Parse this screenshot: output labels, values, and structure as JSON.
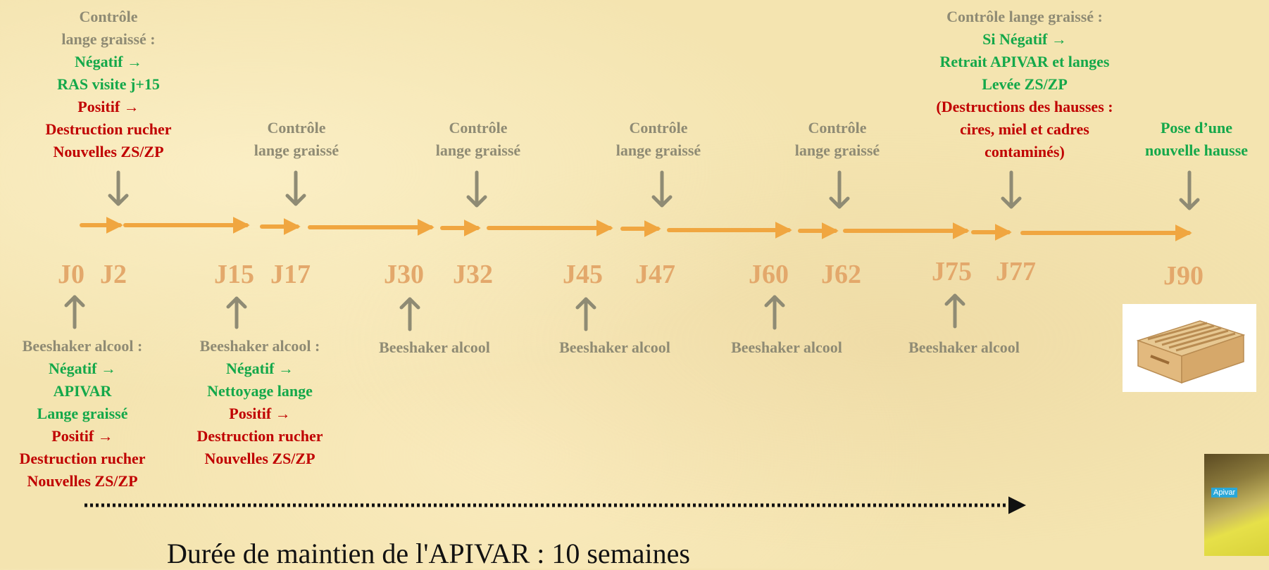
{
  "top_annotations": {
    "j0": [
      {
        "text": "Contrôle",
        "color": "grey"
      },
      {
        "text": "lange graissé :",
        "color": "grey"
      },
      {
        "text": "Négatif →",
        "color": "green"
      },
      {
        "text": "RAS visite j+15",
        "color": "green"
      },
      {
        "text": "Positif  →",
        "color": "red"
      },
      {
        "text": "Destruction rucher",
        "color": "red"
      },
      {
        "text": "Nouvelles ZS/ZP",
        "color": "red"
      }
    ],
    "j15": [
      {
        "text": "Contrôle",
        "color": "grey"
      },
      {
        "text": "lange graissé",
        "color": "grey"
      }
    ],
    "j30": [
      {
        "text": "Contrôle",
        "color": "grey"
      },
      {
        "text": "lange graissé",
        "color": "grey"
      }
    ],
    "j45": [
      {
        "text": "Contrôle",
        "color": "grey"
      },
      {
        "text": "lange graissé",
        "color": "grey"
      }
    ],
    "j60": [
      {
        "text": "Contrôle",
        "color": "grey"
      },
      {
        "text": "lange graissé",
        "color": "grey"
      }
    ],
    "j75": [
      {
        "text": "Contrôle lange graissé  :",
        "color": "grey"
      },
      {
        "text": "Si Négatif →",
        "color": "green"
      },
      {
        "text": "Retrait APIVAR et langes",
        "color": "green"
      },
      {
        "text": "Levée ZS/ZP",
        "color": "green"
      },
      {
        "text": "(Destructions des hausses :",
        "color": "red"
      },
      {
        "text": "cires, miel et cadres",
        "color": "red"
      },
      {
        "text": "contaminés)",
        "color": "red"
      }
    ],
    "j90": [
      {
        "text": "Pose d’une",
        "color": "green"
      },
      {
        "text": "nouvelle hausse",
        "color": "green"
      }
    ]
  },
  "days": [
    "J0",
    "J2",
    "J15",
    "J17",
    "J30",
    "J32",
    "J45",
    "J47",
    "J60",
    "J62",
    "J75",
    "J77",
    "J90"
  ],
  "bottom_annotations": {
    "j0": [
      {
        "text": "Beeshaker alcool :",
        "color": "grey"
      },
      {
        "text": "Négatif →",
        "color": "green"
      },
      {
        "text": "APIVAR",
        "color": "green"
      },
      {
        "text": "Lange graissé",
        "color": "green"
      },
      {
        "text": "Positif  →",
        "color": "red"
      },
      {
        "text": "Destruction rucher",
        "color": "red"
      },
      {
        "text": "Nouvelles ZS/ZP",
        "color": "red"
      }
    ],
    "j15": [
      {
        "text": "Beeshaker alcool :",
        "color": "grey"
      },
      {
        "text": "Négatif →",
        "color": "green"
      },
      {
        "text": "Nettoyage lange",
        "color": "green"
      },
      {
        "text": "Positif  →",
        "color": "red"
      },
      {
        "text": "Destruction rucher",
        "color": "red"
      },
      {
        "text": "Nouvelles ZS/ZP",
        "color": "red"
      }
    ],
    "j30": [
      {
        "text": "Beeshaker alcool",
        "color": "grey"
      }
    ],
    "j45": [
      {
        "text": "Beeshaker alcool",
        "color": "grey"
      }
    ],
    "j60": [
      {
        "text": "Beeshaker alcool",
        "color": "grey"
      }
    ],
    "j75": [
      {
        "text": "Beeshaker alcool",
        "color": "grey"
      }
    ]
  },
  "footer": "Durée de maintien de l'APIVAR : 10 semaines",
  "apivar_label": "Apivar",
  "colors": {
    "grey": "#8f8b74",
    "green": "#14a84a",
    "red": "#c00000",
    "day": "#e3a86b",
    "timeline": "#f0a640",
    "marker": "#8f8b74"
  }
}
